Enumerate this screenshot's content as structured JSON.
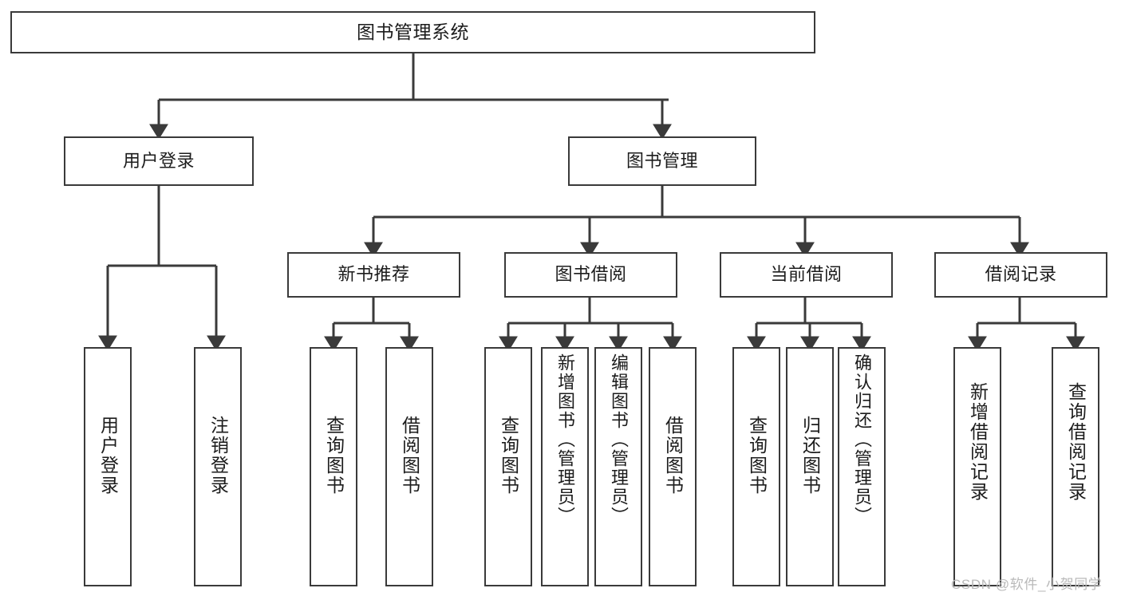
{
  "diagram": {
    "title": "图书管理系统",
    "background": "#ffffff",
    "line_color": "#3a3a3a",
    "box_border_color": "#3a3a3a",
    "text_color": "#1c1c1c"
  },
  "nodes": {
    "root": {
      "label": "图书管理系统"
    },
    "level1": [
      {
        "id": "user-login",
        "label": "用户登录"
      },
      {
        "id": "book-management",
        "label": "图书管理"
      }
    ],
    "level2": [
      {
        "id": "new-book-recommend",
        "label": "新书推荐"
      },
      {
        "id": "book-borrow",
        "label": "图书借阅"
      },
      {
        "id": "current-borrow",
        "label": "当前借阅"
      },
      {
        "id": "borrow-record",
        "label": "借阅记录"
      }
    ],
    "leaves": {
      "user_login": [
        {
          "id": "leaf-user-login",
          "label": "用户登录"
        },
        {
          "id": "leaf-logout-login",
          "label": "注销登录"
        }
      ],
      "new_book_recommend": [
        {
          "id": "leaf-query-book-1",
          "label": "查询图书"
        },
        {
          "id": "leaf-borrow-book-1",
          "label": "借阅图书"
        }
      ],
      "book_borrow": [
        {
          "id": "leaf-query-book-2",
          "label": "查询图书"
        },
        {
          "id": "leaf-add-book",
          "label": "新增图书（管理员）"
        },
        {
          "id": "leaf-edit-book",
          "label": "编辑图书（管理员）"
        },
        {
          "id": "leaf-borrow-book-2",
          "label": "借阅图书"
        }
      ],
      "current_borrow": [
        {
          "id": "leaf-query-book-3",
          "label": "查询图书"
        },
        {
          "id": "leaf-return-book",
          "label": "归还图书"
        },
        {
          "id": "leaf-confirm-return",
          "label": "确认归还（管理员）"
        }
      ],
      "borrow_record": [
        {
          "id": "leaf-add-record",
          "label": "新增借阅记录"
        },
        {
          "id": "leaf-query-record",
          "label": "查询借阅记录"
        }
      ]
    }
  },
  "watermark": {
    "text": "CSDN @软件_小贺同学"
  }
}
